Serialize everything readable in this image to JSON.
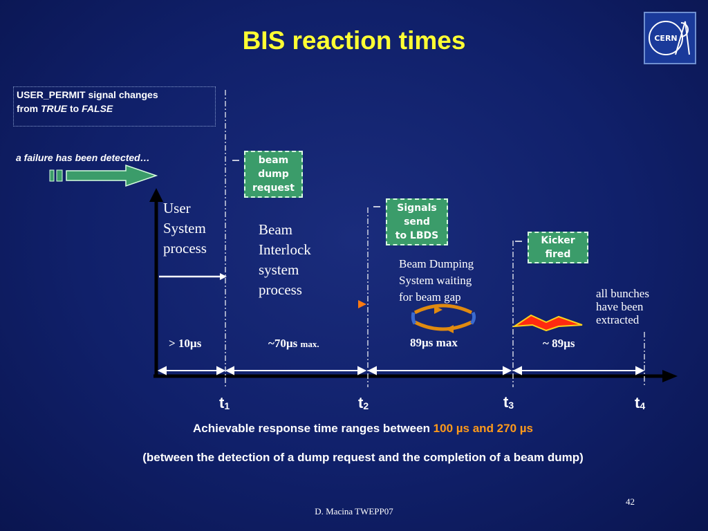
{
  "title": "BIS reaction times",
  "permit_box": {
    "signal": "USER_PERMIT",
    "line1_rest": " signal changes",
    "from": "from ",
    "true": "TRUE",
    "to": " to ",
    "false": "FALSE"
  },
  "failure_text": "a failure has been detected…",
  "processes": {
    "user": [
      "User",
      "System",
      "process"
    ],
    "bis": [
      "Beam",
      "Interlock",
      "system",
      "process"
    ],
    "lbds": [
      "Beam Dumping",
      "System waiting",
      "for beam gap"
    ],
    "done": [
      "all bunches",
      "have been",
      "extracted"
    ]
  },
  "boxes": {
    "dump": [
      "beam",
      "dump",
      "request"
    ],
    "signals": [
      "Signals",
      "send",
      "to LBDS"
    ],
    "kicker": [
      "Kicker",
      "fired"
    ]
  },
  "durations": {
    "d1": "> 10µs",
    "d2_main": "~70µs",
    "d2_small": "max.",
    "d3": "89µs max",
    "d4": "~ 89µs"
  },
  "timepoints": {
    "t": "t",
    "n1": "1",
    "n2": "2",
    "n3": "3",
    "n4": "4"
  },
  "summary": {
    "line1_prefix": "Achievable response time ranges between ",
    "line1_range": "100 µs and 270 µs",
    "line2": "(between the detection of a dump request and the completion of a beam dump)"
  },
  "footer": "D. Macina TWEPP07",
  "page_number": "42",
  "logo_text": "CERN",
  "colors": {
    "title": "#ffff33",
    "box_green": "#3b9c6a",
    "arrow_orange": "#ff8a1a",
    "highlight": "#ff9a1a"
  }
}
